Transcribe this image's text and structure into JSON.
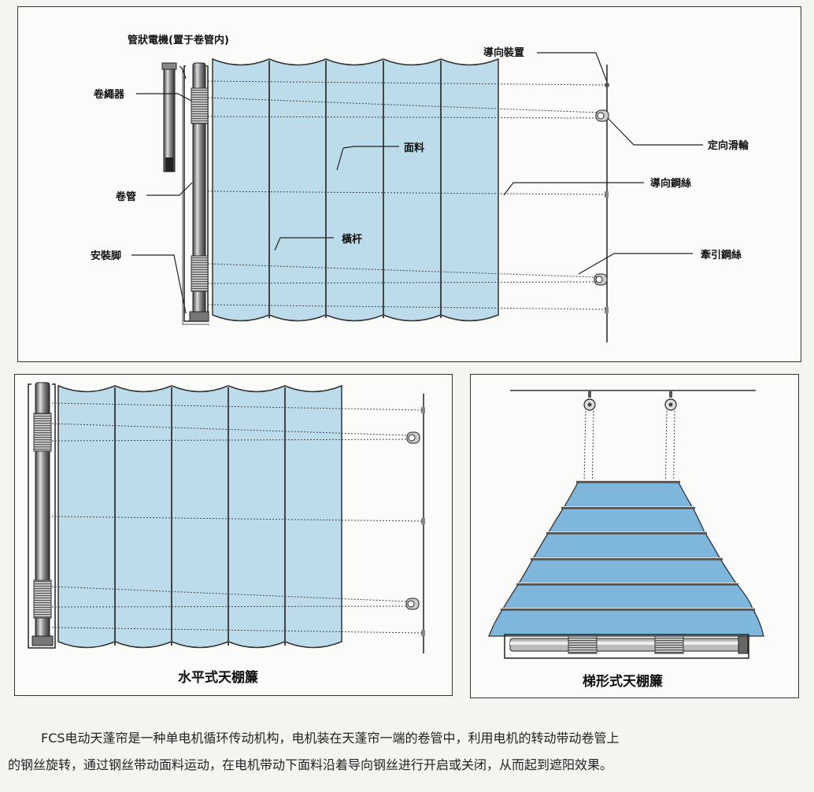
{
  "main_diagram": {
    "labels": {
      "tube_motor": "管狀電機(置于卷管内)",
      "rope_winder": "卷繩器",
      "roller_tube": "卷管",
      "mounting_foot": "安裝脚",
      "guide_device": "導向裝置",
      "directional_pulley": "定向滑輪",
      "fabric": "面料",
      "guide_wire": "導向鋼絲",
      "crossbar": "橫杆",
      "traction_wire": "牽引鋼絲"
    }
  },
  "horizontal_diagram": {
    "caption": "水平式天棚簾"
  },
  "trapezoid_diagram": {
    "caption": "梯形式天棚簾"
  },
  "description": {
    "line1": "FCS电动天蓬帘是一种单电机循环传动机构，电机装在天蓬帘一端的卷管中，利用电机的转动带动卷管上",
    "line2": "的钢丝旋转，通过钢丝带动面料运动，在电机带动下面料沿着导向钢丝进行开启或关闭，从而起到遮阳效果。"
  },
  "colors": {
    "fabric": "#bcdcec",
    "fabric_trapezoid": "#7fb6dc",
    "lines": "#333333",
    "background": "#f4f4f1"
  }
}
